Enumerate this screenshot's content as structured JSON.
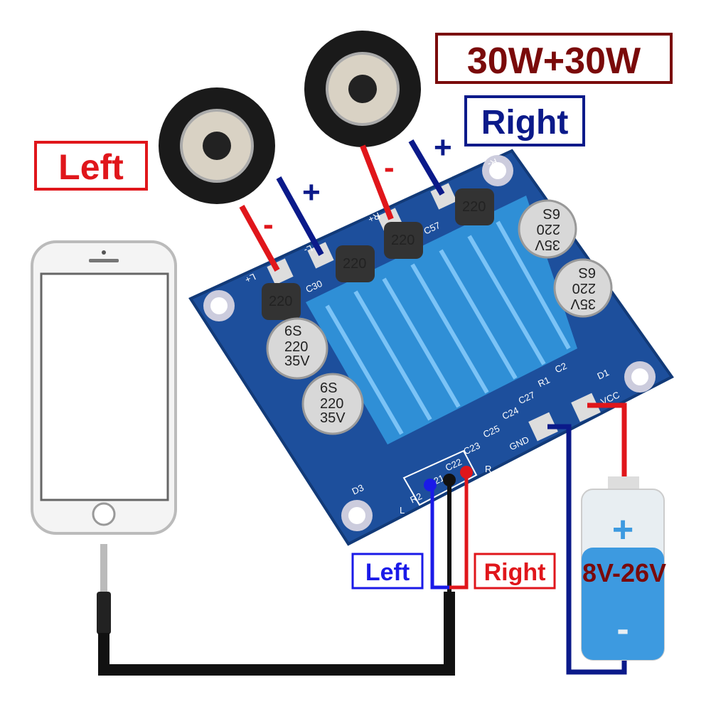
{
  "title": "30W+30W",
  "speakers": {
    "left": {
      "label": "Left",
      "minus": "-",
      "plus": "+"
    },
    "right": {
      "label": "Right",
      "minus": "-",
      "plus": "+"
    }
  },
  "input_labels": {
    "left": "Left",
    "right": "Right"
  },
  "power": {
    "voltage": "8V-26V",
    "plus": "+",
    "minus": "-"
  },
  "board": {
    "pads": {
      "l_plus": "L+",
      "l_minus": "L-",
      "r_plus": "R+",
      "r_minus": "R-",
      "gnd": "GND",
      "vcc": "VCC"
    },
    "components": [
      "C30",
      "C57",
      "D1",
      "D3",
      "R1",
      "R2",
      "C2",
      "C21",
      "C22",
      "C23",
      "C24",
      "C25",
      "C27"
    ],
    "input_marks": {
      "l": "L",
      "r": "R"
    },
    "capacitor": {
      "line1": "6S",
      "line2": "220",
      "line3": "35V"
    },
    "inductor": "220"
  },
  "colors": {
    "pcb": "#1d4f9c",
    "heatsink": "#3aa0e0",
    "red": "#e0161b",
    "blue": "#0b1a8a",
    "title": "#7a0a0a"
  }
}
